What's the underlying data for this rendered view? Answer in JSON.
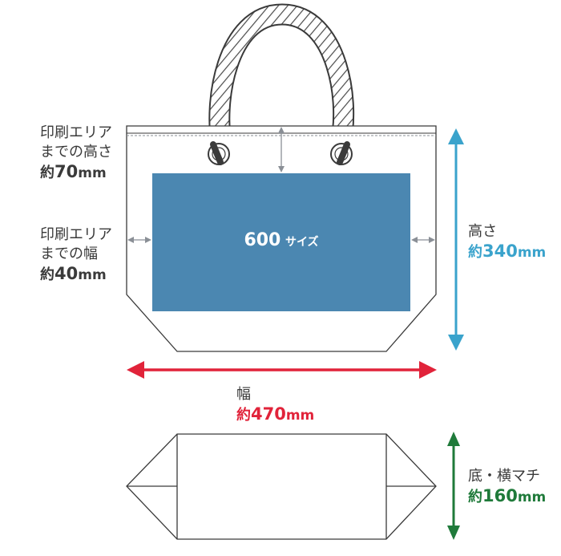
{
  "colors": {
    "outline": "#3a3a3a",
    "print_area": "#4b87b1",
    "dim_gray": "#8a8f96",
    "height_arrow": "#3aa3cc",
    "width_arrow": "#e1233a",
    "gusset_arrow": "#1f7a3a",
    "text": "#3a3a3a"
  },
  "print_area": {
    "size_number": "600",
    "size_suffix": "サイズ"
  },
  "print_height": {
    "line1": "印刷エリア",
    "line2": "までの高さ",
    "prefix": "約",
    "value": "70",
    "unit": "mm"
  },
  "print_width": {
    "line1": "印刷エリア",
    "line2": "までの幅",
    "prefix": "約",
    "value": "40",
    "unit": "mm"
  },
  "height": {
    "label": "高さ",
    "prefix": "約",
    "value": "340",
    "unit": "mm"
  },
  "width": {
    "label": "幅",
    "prefix": "約",
    "value": "470",
    "unit": "mm"
  },
  "gusset": {
    "label": "底・横マチ",
    "prefix": "約",
    "value": "160",
    "unit": "mm"
  }
}
